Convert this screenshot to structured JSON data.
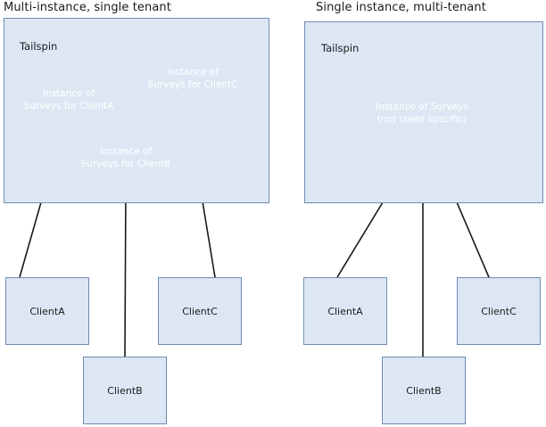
{
  "left_panel": {
    "title": "Multi-instance, single tenant",
    "container_label": "Tailspin",
    "instances": {
      "a": {
        "line1": "Instance of",
        "line2": "Surveys for ClientA"
      },
      "b": {
        "line1": "Instance of",
        "line2": "Surveys for ClientB"
      },
      "c": {
        "line1": "Instance of",
        "line2": "Surveys for ClientC"
      }
    },
    "clients": {
      "a": "ClientA",
      "b": "ClientB",
      "c": "ClientC"
    }
  },
  "right_panel": {
    "title": "Single instance, multi-tenant",
    "container_label": "Tailspin",
    "instance": {
      "line1": "Instance of Surveys",
      "line2": "(not client specific)"
    },
    "clients": {
      "a": "ClientA",
      "b": "ClientB",
      "c": "ClientC"
    }
  },
  "colors": {
    "container_fill": "#dde7f3",
    "container_border": "#6e8db5",
    "instance_fill": "#2a6ab4",
    "instance_border": "#1c4f8a",
    "arrow": "#1a1a1a"
  }
}
